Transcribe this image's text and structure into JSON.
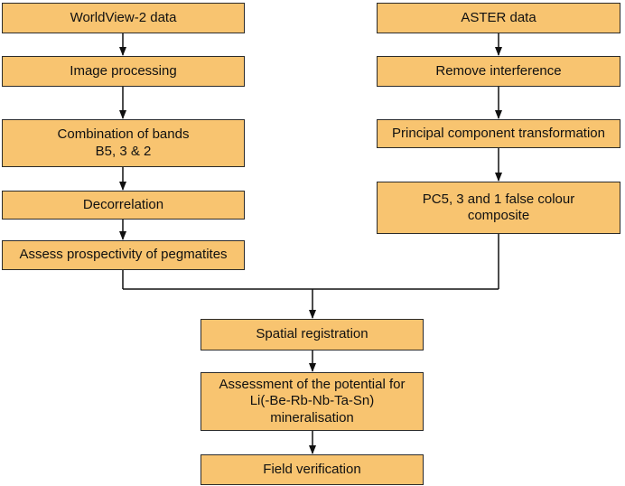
{
  "diagram": {
    "colors": {
      "box_fill": "#f8c470",
      "box_border": "#2b2b2b",
      "arrow": "#111111"
    },
    "nodes": [
      {
        "id": "worldview",
        "label": "WorldView-2 data"
      },
      {
        "id": "image_processing",
        "label": "Image processing"
      },
      {
        "id": "band_combination",
        "label": "Combination of bands\nB5, 3 & 2"
      },
      {
        "id": "decorrelation",
        "label": "Decorrelation"
      },
      {
        "id": "assess_prospectivity",
        "label": "Assess prospectivity of pegmatites"
      },
      {
        "id": "aster",
        "label": "ASTER data"
      },
      {
        "id": "remove_interference",
        "label": "Remove interference"
      },
      {
        "id": "pca",
        "label": "Principal component transformation"
      },
      {
        "id": "false_colour",
        "label": "PC5, 3 and 1 false colour\ncomposite"
      },
      {
        "id": "spatial_registration",
        "label": "Spatial registration"
      },
      {
        "id": "potential_assessment",
        "label": "Assessment of the potential for\nLi(-Be-Rb-Nb-Ta-Sn)\nmineralisation"
      },
      {
        "id": "field_verification",
        "label": "Field verification"
      }
    ],
    "edges": [
      {
        "from": "worldview",
        "to": "image_processing"
      },
      {
        "from": "image_processing",
        "to": "band_combination"
      },
      {
        "from": "band_combination",
        "to": "decorrelation"
      },
      {
        "from": "decorrelation",
        "to": "assess_prospectivity"
      },
      {
        "from": "aster",
        "to": "remove_interference"
      },
      {
        "from": "remove_interference",
        "to": "pca"
      },
      {
        "from": "pca",
        "to": "false_colour"
      },
      {
        "from": "assess_prospectivity",
        "to": "spatial_registration"
      },
      {
        "from": "false_colour",
        "to": "spatial_registration"
      },
      {
        "from": "spatial_registration",
        "to": "potential_assessment"
      },
      {
        "from": "potential_assessment",
        "to": "field_verification"
      }
    ]
  }
}
